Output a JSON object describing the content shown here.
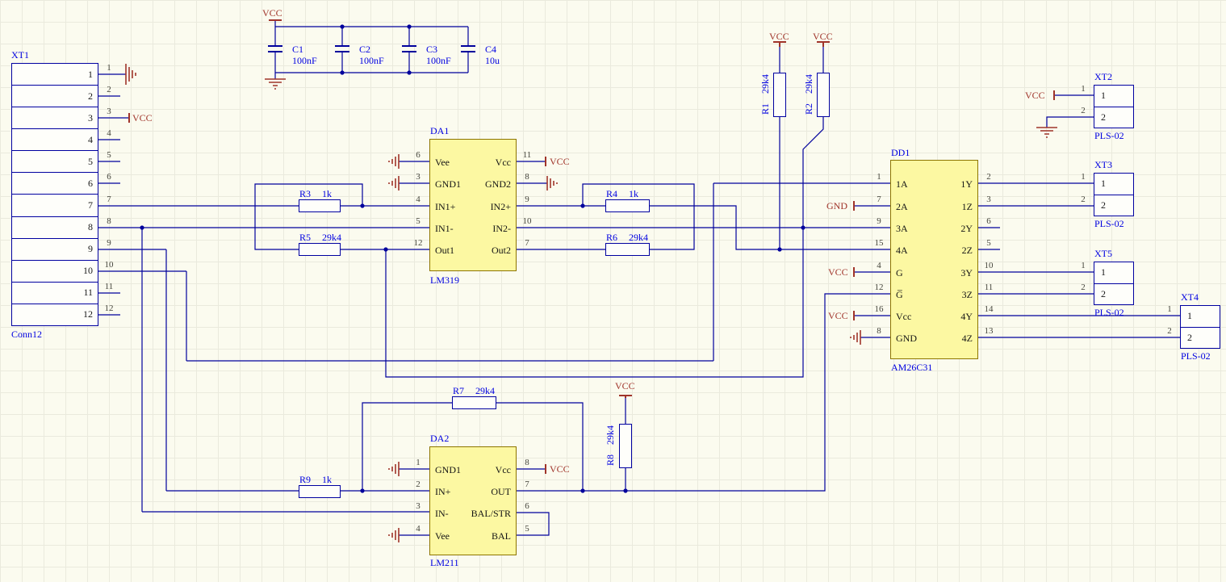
{
  "canvas": {
    "type": "schematic sheet"
  },
  "power_ports": {
    "vcc": "VCC",
    "gnd": "GND"
  },
  "connectors": {
    "xt1": {
      "designator": "XT1",
      "value": "Conn12",
      "pins": [
        "1",
        "2",
        "3",
        "4",
        "5",
        "6",
        "7",
        "8",
        "9",
        "10",
        "11",
        "12"
      ]
    },
    "xt2": {
      "designator": "XT2",
      "value": "PLS-02",
      "pins": [
        "1",
        "2"
      ]
    },
    "xt3": {
      "designator": "XT3",
      "value": "PLS-02",
      "pins": [
        "1",
        "2"
      ]
    },
    "xt5": {
      "designator": "XT5",
      "value": "PLS-02",
      "pins": [
        "1",
        "2"
      ]
    },
    "xt4": {
      "designator": "XT4",
      "value": "PLS-02",
      "pins": [
        "1",
        "2"
      ]
    }
  },
  "ics": {
    "da1": {
      "designator": "DA1",
      "value": "LM319",
      "left_pins": [
        {
          "num": "6",
          "name": "Vee"
        },
        {
          "num": "3",
          "name": "GND1"
        },
        {
          "num": "4",
          "name": "IN1+"
        },
        {
          "num": "5",
          "name": "IN1-"
        },
        {
          "num": "12",
          "name": "Out1"
        }
      ],
      "right_pins": [
        {
          "num": "11",
          "name": "Vcc"
        },
        {
          "num": "8",
          "name": "GND2"
        },
        {
          "num": "9",
          "name": "IN2+"
        },
        {
          "num": "10",
          "name": "IN2-"
        },
        {
          "num": "7",
          "name": "Out2"
        }
      ]
    },
    "da2": {
      "designator": "DA2",
      "value": "LM211",
      "left_pins": [
        {
          "num": "1",
          "name": "GND1"
        },
        {
          "num": "2",
          "name": "IN+"
        },
        {
          "num": "3",
          "name": "IN-"
        },
        {
          "num": "4",
          "name": "Vee"
        }
      ],
      "right_pins": [
        {
          "num": "8",
          "name": "Vcc"
        },
        {
          "num": "7",
          "name": "OUT"
        },
        {
          "num": "6",
          "name": "BAL/STR"
        },
        {
          "num": "5",
          "name": "BAL"
        }
      ]
    },
    "dd1": {
      "designator": "DD1",
      "value": "AM26C31",
      "left_pins": [
        {
          "num": "1",
          "name": "1A"
        },
        {
          "num": "7",
          "name": "2A"
        },
        {
          "num": "9",
          "name": "3A"
        },
        {
          "num": "15",
          "name": "4A"
        },
        {
          "num": "4",
          "name": "G"
        },
        {
          "num": "12",
          "name": "G̅"
        },
        {
          "num": "16",
          "name": "Vcc"
        },
        {
          "num": "8",
          "name": "GND"
        }
      ],
      "right_pins": [
        {
          "num": "2",
          "name": "1Y"
        },
        {
          "num": "3",
          "name": "1Z"
        },
        {
          "num": "6",
          "name": "2Y"
        },
        {
          "num": "5",
          "name": "2Z"
        },
        {
          "num": "10",
          "name": "3Y"
        },
        {
          "num": "11",
          "name": "3Z"
        },
        {
          "num": "14",
          "name": "4Y"
        },
        {
          "num": "13",
          "name": "4Z"
        }
      ]
    }
  },
  "resistors": {
    "r1": {
      "designator": "R1",
      "value": "29k4"
    },
    "r2": {
      "designator": "R2",
      "value": "29k4"
    },
    "r3": {
      "designator": "R3",
      "value": "1k"
    },
    "r4": {
      "designator": "R4",
      "value": "1k"
    },
    "r5": {
      "designator": "R5",
      "value": "29k4"
    },
    "r6": {
      "designator": "R6",
      "value": "29k4"
    },
    "r7": {
      "designator": "R7",
      "value": "29k4"
    },
    "r8": {
      "designator": "R8",
      "value": "29k4"
    },
    "r9": {
      "designator": "R9",
      "value": "1k"
    }
  },
  "capacitors": {
    "c1": {
      "designator": "C1",
      "value": "100nF"
    },
    "c2": {
      "designator": "C2",
      "value": "100nF"
    },
    "c3": {
      "designator": "C3",
      "value": "100nF"
    },
    "c4": {
      "designator": "C4",
      "value": "10u"
    }
  }
}
